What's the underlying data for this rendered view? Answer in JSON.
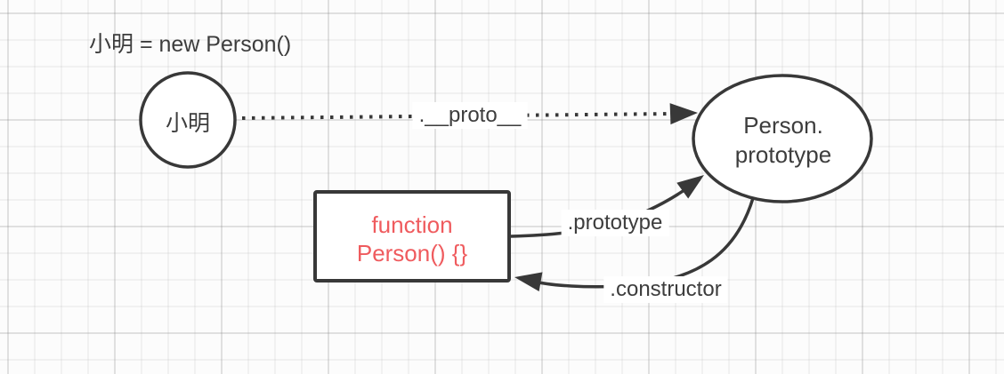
{
  "diagram": {
    "caption": "小明 = new Person()",
    "nodes": {
      "instance": {
        "label": "小明",
        "shape": "circle"
      },
      "prototype_object": {
        "line1": "Person.",
        "line2": "prototype",
        "shape": "ellipse"
      },
      "constructor_function": {
        "line1": "function",
        "line2": "Person() {}",
        "shape": "rectangle"
      }
    },
    "edges": {
      "proto": {
        "label": ".__proto__",
        "style": "dotted-arrow",
        "from": "instance",
        "to": "prototype_object"
      },
      "prototype": {
        "label": ".prototype",
        "style": "solid-arrow",
        "from": "constructor_function",
        "to": "prototype_object"
      },
      "constructor": {
        "label": ".constructor",
        "style": "solid-arrow",
        "from": "prototype_object",
        "to": "constructor_function"
      }
    },
    "colors": {
      "stroke": "#383838",
      "node_fill": "#ffffff",
      "function_text": "#ef5b5e",
      "label_text": "#3d3d3d",
      "background": "#fcfcfc"
    }
  }
}
